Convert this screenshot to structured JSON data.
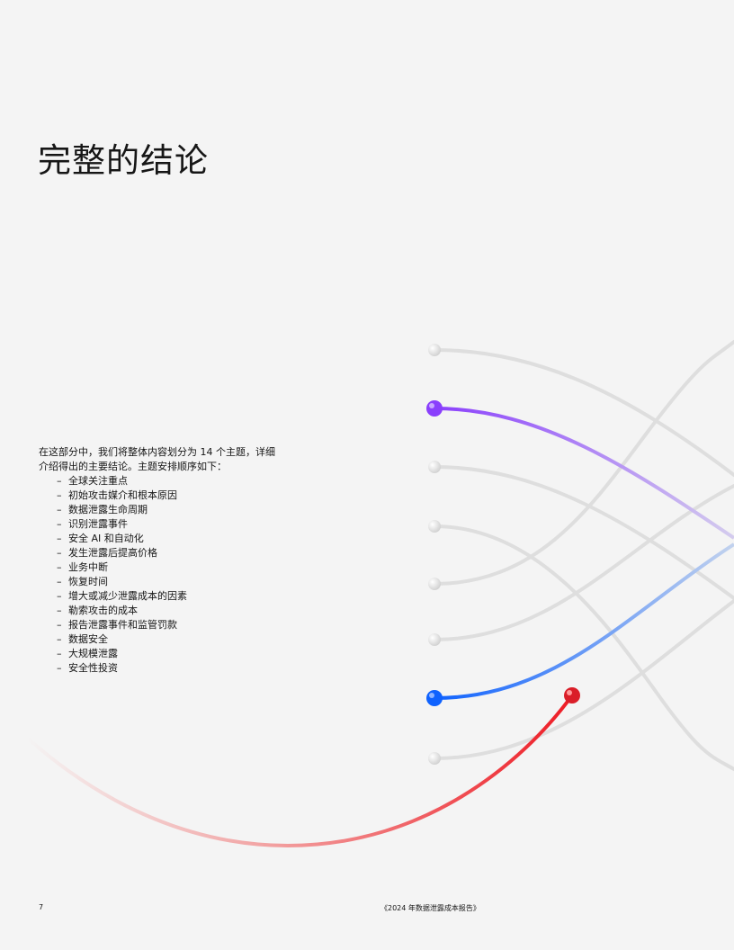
{
  "title": "完整的结论",
  "intro": {
    "paragraph": "在这部分中，我们将整体内容划分为 14 个主题，详细介绍得出的主要结论。主题安排顺序如下：",
    "topics": [
      "全球关注重点",
      "初始攻击媒介和根本原因",
      "数据泄露生命周期",
      "识别泄露事件",
      "安全 AI 和自动化",
      "发生泄露后提高价格",
      "业务中断",
      "恢复时间",
      "增大或减少泄露成本的因素",
      "勒索攻击的成本",
      "报告泄露事件和监管罚款",
      "数据安全",
      "大规模泄露",
      "安全性投资"
    ]
  },
  "colors": {
    "purple": "#8a3ffc",
    "blue": "#0f62fe",
    "red": "#da1e28",
    "gray": "#dcdcdc"
  },
  "footer": {
    "page_number": "7",
    "report_title": "《2024 年数据泄露成本报告》"
  }
}
